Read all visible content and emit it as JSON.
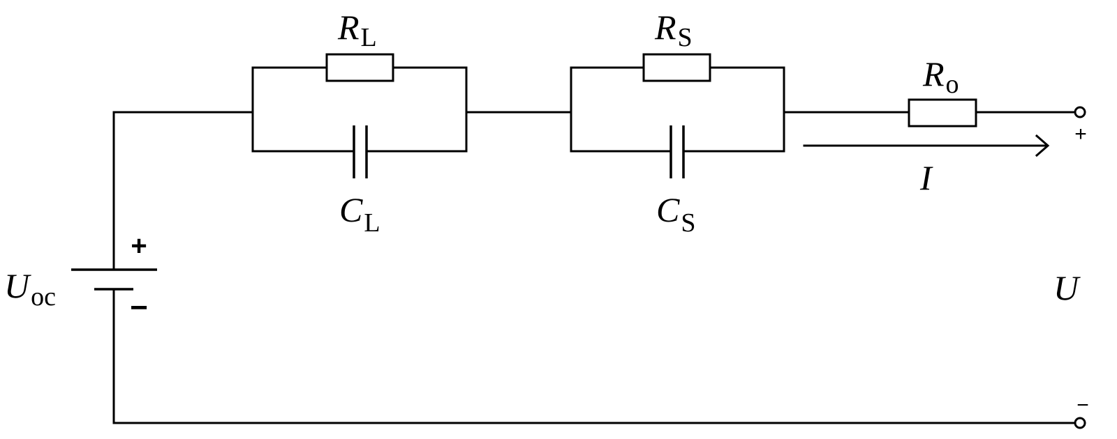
{
  "labels": {
    "rl": {
      "main": "R",
      "sub": "L"
    },
    "rs": {
      "main": "R",
      "sub": "S"
    },
    "ro": {
      "main": "R",
      "sub": "o"
    },
    "cl": {
      "main": "C",
      "sub": "L"
    },
    "cs": {
      "main": "C",
      "sub": "S"
    },
    "uoc": {
      "main": "U",
      "sub": "oc"
    },
    "current": "I",
    "voltage": "U"
  },
  "signs": {
    "source_plus": "+",
    "source_minus": "−",
    "terminal_plus": "+",
    "terminal_minus": "−"
  },
  "colors": {
    "line": "#000000",
    "background": "#ffffff"
  }
}
